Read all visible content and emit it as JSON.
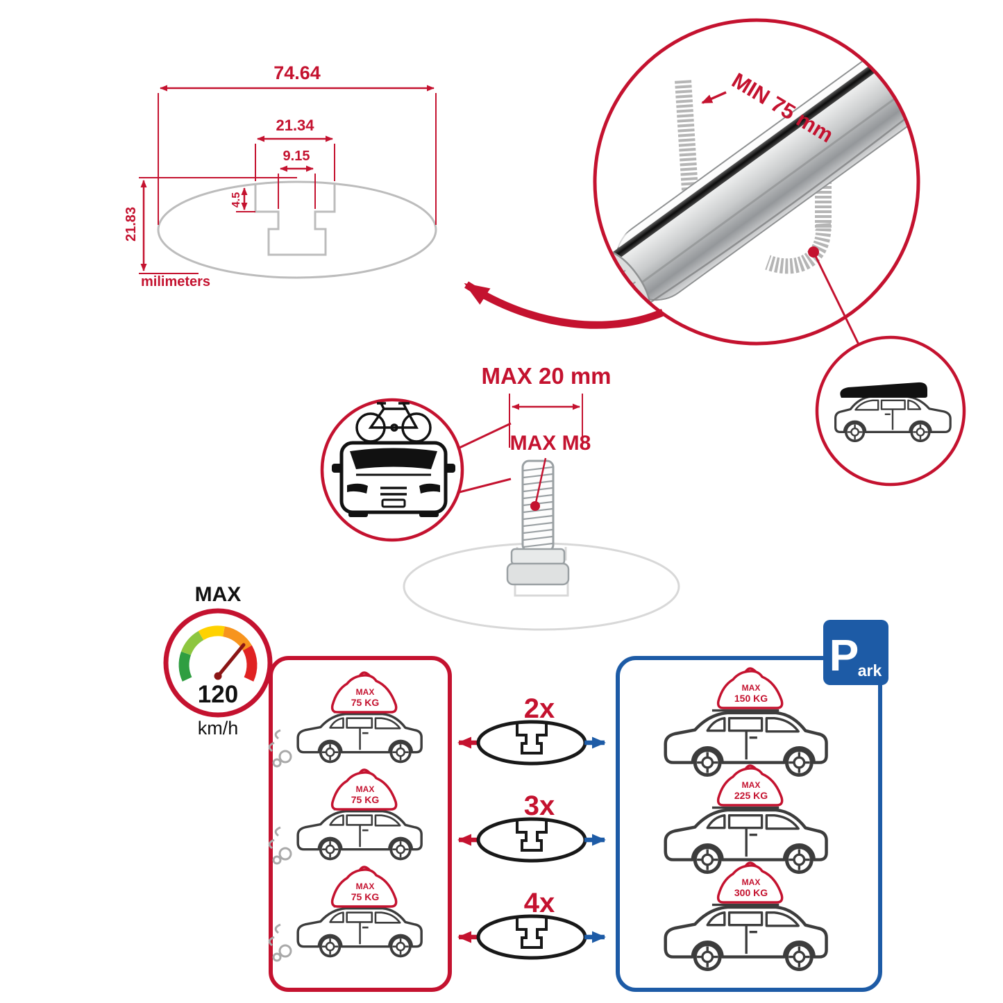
{
  "colors": {
    "red": "#c4122f",
    "blue": "#1d5ba6",
    "gray_outline": "#bcbcbc",
    "black": "#111111"
  },
  "dimensions": {
    "total_width": "74.64",
    "channel_width": "21.34",
    "slot_width": "9.15",
    "slot_depth": "4.5",
    "total_height": "21.83",
    "units": "milimeters"
  },
  "bar_detail": {
    "min_label": "MIN 75 mm"
  },
  "bolt": {
    "max_width": "MAX 20 mm",
    "max_thread": "MAX M8"
  },
  "speed": {
    "label": "MAX",
    "value": "120",
    "units": "km/h"
  },
  "multipliers": [
    {
      "label": "2x"
    },
    {
      "label": "3x"
    },
    {
      "label": "4x"
    }
  ],
  "left_panel": {
    "cars": [
      {
        "max": "MAX",
        "kg": "75 KG"
      },
      {
        "max": "MAX",
        "kg": "75 KG"
      },
      {
        "max": "MAX",
        "kg": "75 KG"
      }
    ]
  },
  "right_panel": {
    "sign": {
      "p": "P",
      "ark": "ark"
    },
    "cars": [
      {
        "max": "MAX",
        "kg": "150 KG"
      },
      {
        "max": "MAX",
        "kg": "225 KG"
      },
      {
        "max": "MAX",
        "kg": "300 KG"
      }
    ]
  },
  "icons": {
    "speedometer-icon": "round gauge, green-to-red arc, needle",
    "parking-sign-icon": "blue square with white P",
    "crossbar-icon": "aluminum aero crossbar closeup",
    "crossbar-profile-icon": "elliptical bar cross-section with T-slot",
    "bolt-icon": "threaded T-slot bolt",
    "bike-car-icon": "car front view with bicycle on roof",
    "roofbox-car-icon": "SUV with roof box",
    "suv-side-icon": "SUV side view outline",
    "roof-bag-icon": "cargo bag on roof",
    "arrow-left-red-icon": "red arrow",
    "arrow-right-blue-icon": "blue arrow"
  }
}
